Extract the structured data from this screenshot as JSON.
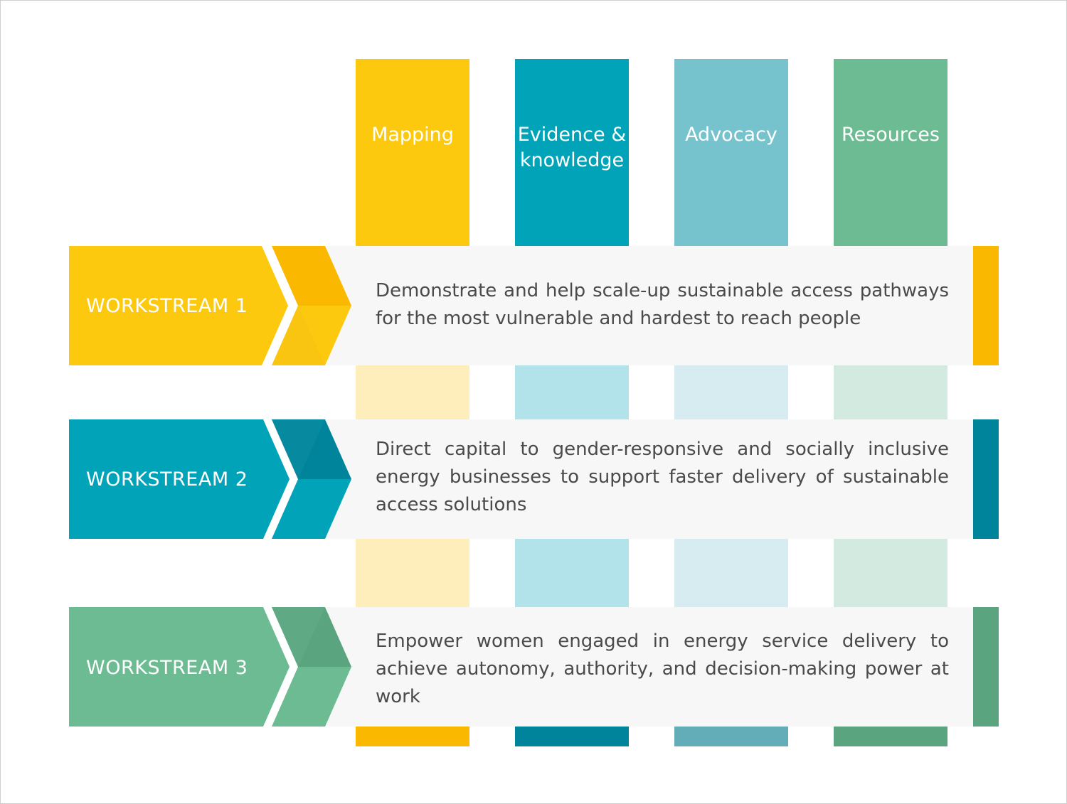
{
  "columns": [
    {
      "label": "Mapping",
      "color": "#fcc90f",
      "light": "#feeebb",
      "dark": "#fbb800"
    },
    {
      "label": "Evidence &\nknowledge",
      "color": "#00a3b7",
      "light": "#b3e3ea",
      "dark": "#00849c"
    },
    {
      "label": "Advocacy",
      "color": "#77c3cd",
      "light": "#d6ecf1",
      "dark": "#62adb8"
    },
    {
      "label": "Resources",
      "color": "#6dbb93",
      "light": "#d2eadf",
      "dark": "#5aa580"
    }
  ],
  "workstreams": [
    {
      "label": "WORKSTREAM 1",
      "description": "Demonstrate and help scale-up sustainable access pathways for the most vulnerable and hardest to reach people",
      "color": "#fcc90f",
      "accent": "#fbb800"
    },
    {
      "label": "WORKSTREAM 2",
      "description": "Direct capital to gender-responsive and socially inclusive energy businesses to support faster delivery of sustainable access solutions",
      "color": "#00a3b7",
      "accent": "#00849c"
    },
    {
      "label": "WORKSTREAM 3",
      "description": "Empower women engaged in energy service delivery to achieve autonomy, authority, and decision-making power at work",
      "color": "#6dbb93",
      "accent": "#5aa580"
    }
  ]
}
